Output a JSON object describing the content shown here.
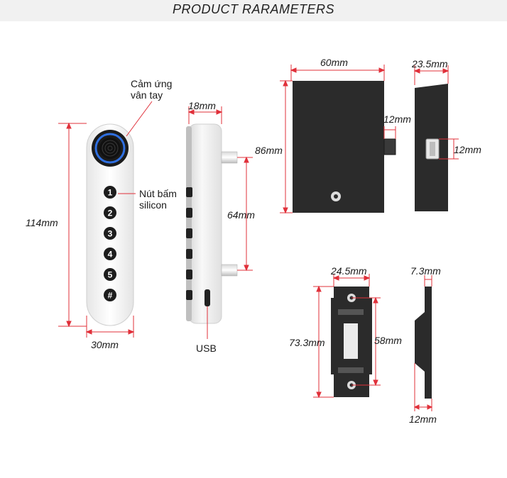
{
  "header": {
    "title": "PRODUCT RARAMETERS"
  },
  "keypad": {
    "fingerprint_note_line1": "Cảm ứng",
    "fingerprint_note_line2": "vân tay",
    "button_note_line1": "Nút bấm",
    "button_note_line2": "silicon",
    "keys": [
      "1",
      "2",
      "3",
      "4",
      "5",
      "#"
    ],
    "height_label": "114mm",
    "width_label": "30mm"
  },
  "side_view": {
    "depth_label": "18mm",
    "spacing_label": "64mm",
    "usb_label": "USB"
  },
  "lock_body": {
    "width_label": "60mm",
    "height_label": "86mm",
    "bolt_label": "12mm"
  },
  "lock_side": {
    "depth_label": "23.5mm",
    "bolt_label": "12mm"
  },
  "strike_front": {
    "width_label": "24.5mm",
    "height_label": "73.3mm",
    "hole_spacing_label": "58mm"
  },
  "strike_side": {
    "thickness_label": "7.3mm",
    "width_label": "12mm"
  },
  "colors": {
    "dimension_line": "#e0303a",
    "body_dark": "#2b2b2b",
    "fingerprint_ring": "#2f6fe0"
  }
}
